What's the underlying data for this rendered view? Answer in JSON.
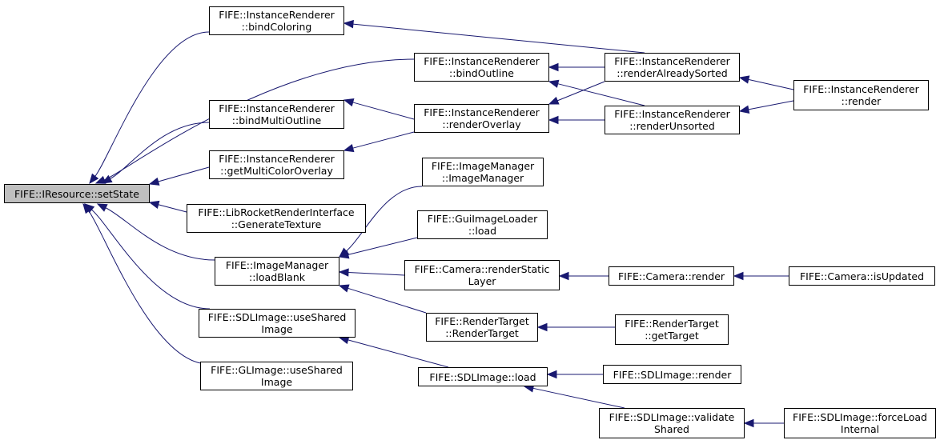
{
  "colors": {
    "edge": "#191970",
    "root_fill": "#bfbfbf",
    "node_border": "#000000"
  },
  "nodes": [
    {
      "id": "setState",
      "lines": [
        "FIFE::IResource::setState"
      ],
      "root": true
    },
    {
      "id": "bindColoring",
      "lines": [
        "FIFE::InstanceRenderer",
        "::bindColoring"
      ]
    },
    {
      "id": "bindMultiOutline",
      "lines": [
        "FIFE::InstanceRenderer",
        "::bindMultiOutline"
      ]
    },
    {
      "id": "getMultiColorOverlay",
      "lines": [
        "FIFE::InstanceRenderer",
        "::getMultiColorOverlay"
      ]
    },
    {
      "id": "generateTexture",
      "lines": [
        "FIFE::LibRocketRenderInterface",
        "::GenerateTexture"
      ]
    },
    {
      "id": "loadBlank",
      "lines": [
        "FIFE::ImageManager",
        "::loadBlank"
      ]
    },
    {
      "id": "sdlUseShared",
      "lines": [
        "FIFE::SDLImage::useShared",
        "Image"
      ]
    },
    {
      "id": "glUseShared",
      "lines": [
        "FIFE::GLImage::useShared",
        "Image"
      ]
    },
    {
      "id": "bindOutline",
      "lines": [
        "FIFE::InstanceRenderer",
        "::bindOutline"
      ]
    },
    {
      "id": "renderOverlay",
      "lines": [
        "FIFE::InstanceRenderer",
        "::renderOverlay"
      ]
    },
    {
      "id": "imageManager",
      "lines": [
        "FIFE::ImageManager",
        "::ImageManager"
      ]
    },
    {
      "id": "guiLoad",
      "lines": [
        "FIFE::GuiImageLoader",
        "::load"
      ]
    },
    {
      "id": "renderStaticLayer",
      "lines": [
        "FIFE::Camera::renderStatic",
        "Layer"
      ]
    },
    {
      "id": "renderTargetCtor",
      "lines": [
        "FIFE::RenderTarget",
        "::RenderTarget"
      ]
    },
    {
      "id": "sdlLoad",
      "lines": [
        "FIFE::SDLImage::load"
      ]
    },
    {
      "id": "renderAlreadySorted",
      "lines": [
        "FIFE::InstanceRenderer",
        "::renderAlreadySorted"
      ]
    },
    {
      "id": "renderUnsorted",
      "lines": [
        "FIFE::InstanceRenderer",
        "::renderUnsorted"
      ]
    },
    {
      "id": "cameraRender",
      "lines": [
        "FIFE::Camera::render"
      ]
    },
    {
      "id": "getTarget",
      "lines": [
        "FIFE::RenderTarget",
        "::getTarget"
      ]
    },
    {
      "id": "sdlRender",
      "lines": [
        "FIFE::SDLImage::render"
      ]
    },
    {
      "id": "validateShared",
      "lines": [
        "FIFE::SDLImage::validate",
        "Shared"
      ]
    },
    {
      "id": "irRender",
      "lines": [
        "FIFE::InstanceRenderer",
        "::render"
      ]
    },
    {
      "id": "isUpdated",
      "lines": [
        "FIFE::Camera::isUpdated"
      ]
    },
    {
      "id": "forceLoadInternal",
      "lines": [
        "FIFE::SDLImage::forceLoad",
        "Internal"
      ]
    }
  ],
  "edges": [
    [
      "bindColoring",
      "setState"
    ],
    [
      "bindOutline",
      "setState"
    ],
    [
      "bindMultiOutline",
      "setState"
    ],
    [
      "getMultiColorOverlay",
      "setState"
    ],
    [
      "generateTexture",
      "setState"
    ],
    [
      "loadBlank",
      "setState"
    ],
    [
      "sdlUseShared",
      "setState"
    ],
    [
      "glUseShared",
      "setState"
    ],
    [
      "renderAlreadySorted",
      "bindColoring"
    ],
    [
      "renderAlreadySorted",
      "bindOutline"
    ],
    [
      "renderUnsorted",
      "bindOutline"
    ],
    [
      "renderOverlay",
      "bindMultiOutline"
    ],
    [
      "renderOverlay",
      "getMultiColorOverlay"
    ],
    [
      "renderAlreadySorted",
      "renderOverlay"
    ],
    [
      "renderUnsorted",
      "renderOverlay"
    ],
    [
      "irRender",
      "renderAlreadySorted"
    ],
    [
      "irRender",
      "renderUnsorted"
    ],
    [
      "imageManager",
      "loadBlank"
    ],
    [
      "guiLoad",
      "loadBlank"
    ],
    [
      "renderStaticLayer",
      "loadBlank"
    ],
    [
      "renderTargetCtor",
      "loadBlank"
    ],
    [
      "cameraRender",
      "renderStaticLayer"
    ],
    [
      "isUpdated",
      "cameraRender"
    ],
    [
      "getTarget",
      "renderTargetCtor"
    ],
    [
      "sdlLoad",
      "sdlUseShared"
    ],
    [
      "sdlRender",
      "sdlLoad"
    ],
    [
      "validateShared",
      "sdlLoad"
    ],
    [
      "forceLoadInternal",
      "validateShared"
    ]
  ]
}
